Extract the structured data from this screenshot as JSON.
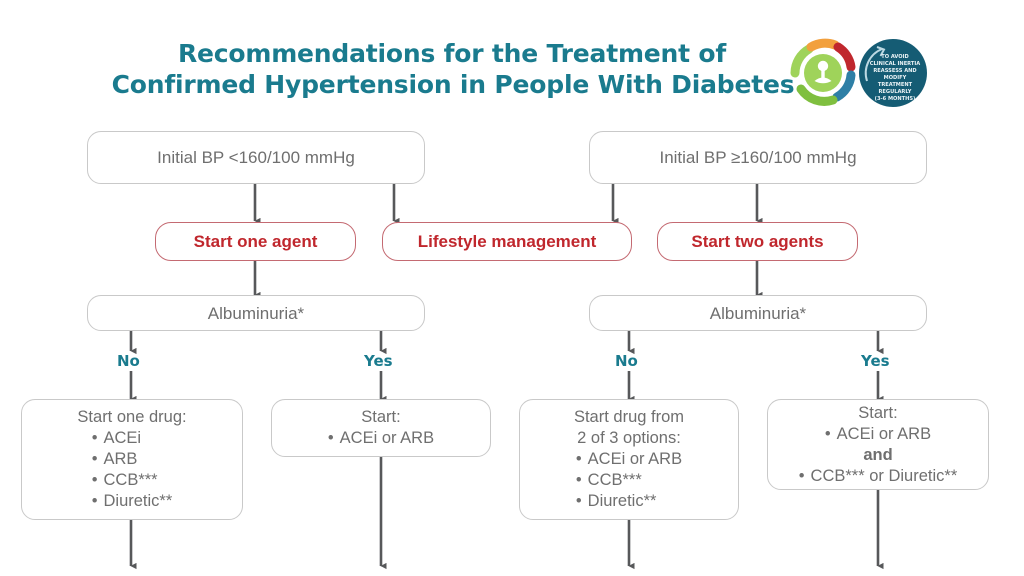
{
  "title": {
    "line1": "Recommendations for the Treatment of",
    "line2": "Confirmed Hypertension in People With Diabetes",
    "color": "#1a7b8e"
  },
  "logo": {
    "badge_lines": [
      "TO AVOID",
      "CLINICAL INERTIA",
      "REASSESS AND",
      "MODIFY",
      "TREATMENT",
      "REGULARLY",
      "(3-6 MONTHS)"
    ],
    "badge_color": "#155c74",
    "ring_colors": [
      "#7fbf3f",
      "#f2a03d",
      "#c0272d",
      "#2e7fa6",
      "#9fd35a"
    ],
    "icon_name": "person-in-circle-icon"
  },
  "flow": {
    "row1": [
      {
        "id": "bp-low",
        "label": "Initial BP <160/100 mmHg"
      },
      {
        "id": "bp-high",
        "label": "Initial BP ≥160/100 mmHg"
      }
    ],
    "row2": [
      {
        "id": "start-one-agent",
        "label": "Start one agent"
      },
      {
        "id": "lifestyle-management",
        "label": "Lifestyle management"
      },
      {
        "id": "start-two-agents",
        "label": "Start two agents"
      }
    ],
    "row3": [
      {
        "id": "albuminuria-left",
        "label": "Albuminuria*"
      },
      {
        "id": "albuminuria-right",
        "label": "Albuminuria*"
      }
    ],
    "branch_labels": {
      "left_no": "No",
      "left_yes": "Yes",
      "right_no": "No",
      "right_yes": "Yes"
    },
    "row4": [
      {
        "id": "left-no-outcome",
        "heading": "Start one drug:",
        "items": [
          "ACEi",
          "ARB",
          "CCB***",
          "Diuretic**"
        ]
      },
      {
        "id": "left-yes-outcome",
        "heading": "Start:",
        "items": [
          "ACEi or ARB"
        ]
      },
      {
        "id": "right-no-outcome",
        "heading": "Start drug from",
        "heading2": "2 of 3 options:",
        "items": [
          "ACEi or ARB",
          "CCB***",
          "Diuretic**"
        ]
      },
      {
        "id": "right-yes-outcome",
        "heading": "Start:",
        "items": [
          "ACEi or ARB"
        ],
        "connector": "and",
        "items2": [
          "CCB*** or Diuretic**"
        ]
      }
    ]
  },
  "colors": {
    "box_border": "#c9c9c9",
    "box_text": "#6f6f6f",
    "red_border": "#c46a72",
    "red_text": "#c0272d",
    "teal": "#1a7b8e",
    "arrow": "#57585a"
  }
}
